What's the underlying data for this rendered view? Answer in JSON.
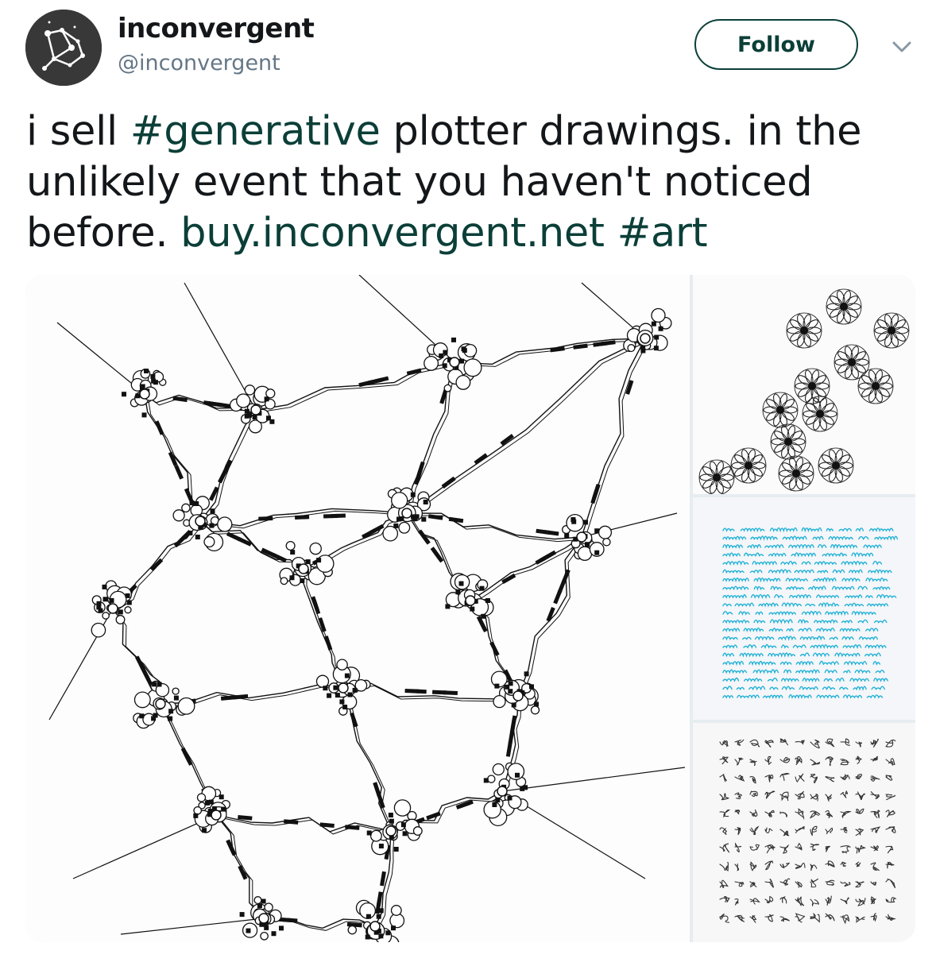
{
  "author": {
    "display_name": "inconvergent",
    "handle": "@inconvergent",
    "avatar": "constellation-logo-icon"
  },
  "actions": {
    "follow_label": "Follow",
    "menu_icon": "chevron-down-icon"
  },
  "tweet": {
    "segments": [
      {
        "text": "i sell ",
        "type": "text"
      },
      {
        "text": "#generative",
        "type": "hashtag"
      },
      {
        "text": " plotter drawings. in the unlikely event that you haven't noticed before. ",
        "type": "text"
      },
      {
        "text": "buy.inconvergent.net",
        "type": "link"
      },
      {
        "text": " ",
        "type": "text"
      },
      {
        "text": "#art",
        "type": "hashtag"
      }
    ]
  },
  "media": [
    {
      "name": "plotter-drawing-network"
    },
    {
      "name": "plotter-drawing-flower-cluster"
    },
    {
      "name": "plotter-drawing-blue-handwriting"
    },
    {
      "name": "plotter-drawing-glyph-grid"
    }
  ],
  "colors": {
    "link": "#0b3f38",
    "text": "#14171a",
    "secondary": "#657786",
    "handwriting": "#1fb1d6"
  }
}
